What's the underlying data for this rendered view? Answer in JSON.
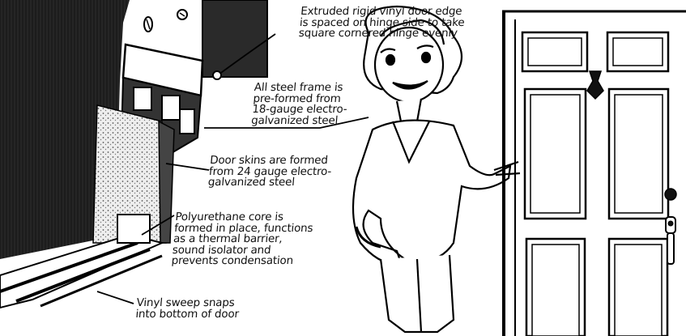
{
  "callouts": {
    "vinyl_edge": [
      "Extruded rigid vinyl door edge",
      "is spaced on hinge side to take",
      "square cornered hinge evenly"
    ],
    "steel_frame": [
      "All steel frame is",
      "pre-formed from",
      "18-gauge electro-",
      "galvanized steel"
    ],
    "door_skins": [
      "Door skins are formed",
      "from 24 gauge electro-",
      "galvanized steel"
    ],
    "core": [
      "Polyurethane core is",
      "formed in place, functions",
      "as a thermal barrier,",
      "sound isolator and",
      "prevents condensation"
    ],
    "sweep": [
      "Vinyl sweep snaps",
      "into bottom of door"
    ]
  },
  "colors": {
    "ink": "#111111",
    "paper": "#ffffff",
    "dark_panel": "#1c1c1c"
  }
}
